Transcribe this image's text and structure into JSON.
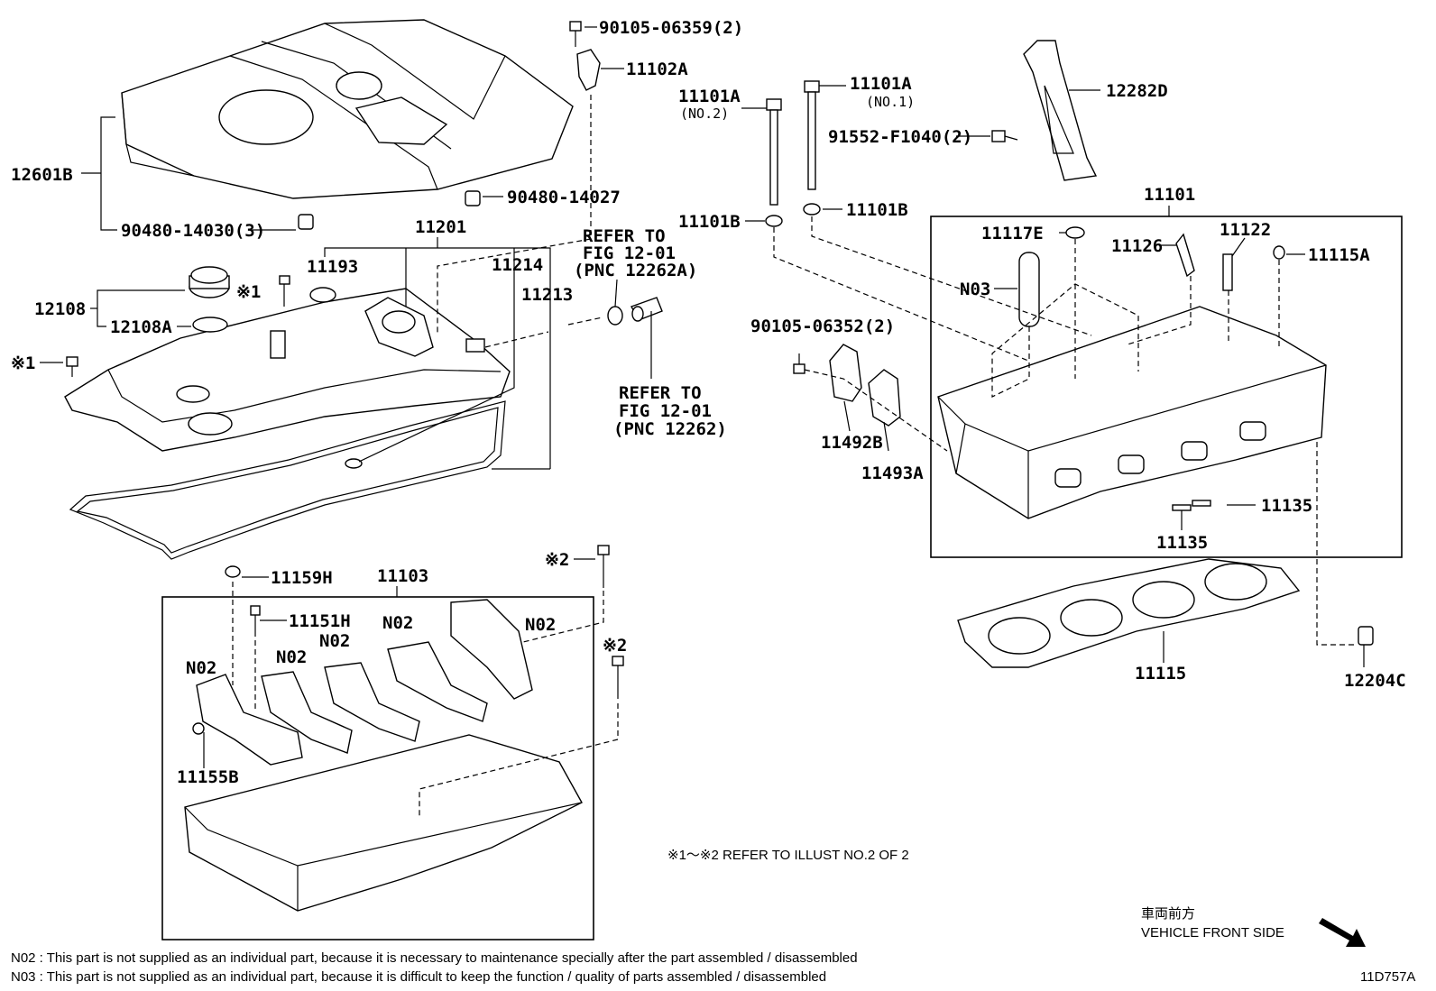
{
  "labels": {
    "p12601B": "12601B",
    "p90480_14030": "90480-14030(3)",
    "p90480_14027": "90480-14027",
    "p90105_06359": "90105-06359(2)",
    "p11102A": "11102A",
    "p11201": "11201",
    "p11193": "11193",
    "p11214": "11214",
    "p11213": "11213",
    "p12108": "12108",
    "p12108A": "12108A",
    "mark1a": "※1",
    "mark1b": "※1",
    "p11101A_1": "11101A",
    "no1": "(NO.1)",
    "p11101A_2": "11101A",
    "no2": "(NO.2)",
    "p11101B_l": "11101B",
    "p11101B_r": "11101B",
    "p91552": "91552-F1040(2)",
    "p12282D": "12282D",
    "p11101": "11101",
    "p11117E": "11117E",
    "p11126": "11126",
    "p11122": "11122",
    "p11115A": "11115A",
    "pN03": "N03",
    "p90105_06352": "90105-06352(2)",
    "p11492B": "11492B",
    "p11493A": "11493A",
    "p11135a": "11135",
    "p11135b": "11135",
    "p11115": "11115",
    "p12204C": "12204C",
    "p11159H": "11159H",
    "p11103": "11103",
    "p11151H": "11151H",
    "n02_1": "N02",
    "n02_2": "N02",
    "n02_3": "N02",
    "n02_4": "N02",
    "n02_5": "N02",
    "p11155B": "11155B",
    "mark2a": "※2",
    "mark2b": "※2"
  },
  "refs": {
    "ref1_l1": "REFER TO",
    "ref1_l2": "FIG 12-01",
    "ref1_l3": "(PNC 12262A)",
    "ref2_l1": "REFER TO",
    "ref2_l2": "FIG 12-01",
    "ref2_l3": "(PNC 12262)"
  },
  "notes": {
    "illust_ref": "※1～※2  REFER TO ILLUST NO.2 OF 2",
    "front_jp": "車両前方",
    "front_en": "VEHICLE FRONT SIDE",
    "n02_note": "N02 : This part is not supplied as an individual part, because it is necessary to maintenance specially after the part assembled / disassembled",
    "n03_note": "N03 : This part is not supplied as an individual part, because it is difficult to keep the function / quality of parts  assembled / disassembled",
    "code": "11D757A"
  }
}
